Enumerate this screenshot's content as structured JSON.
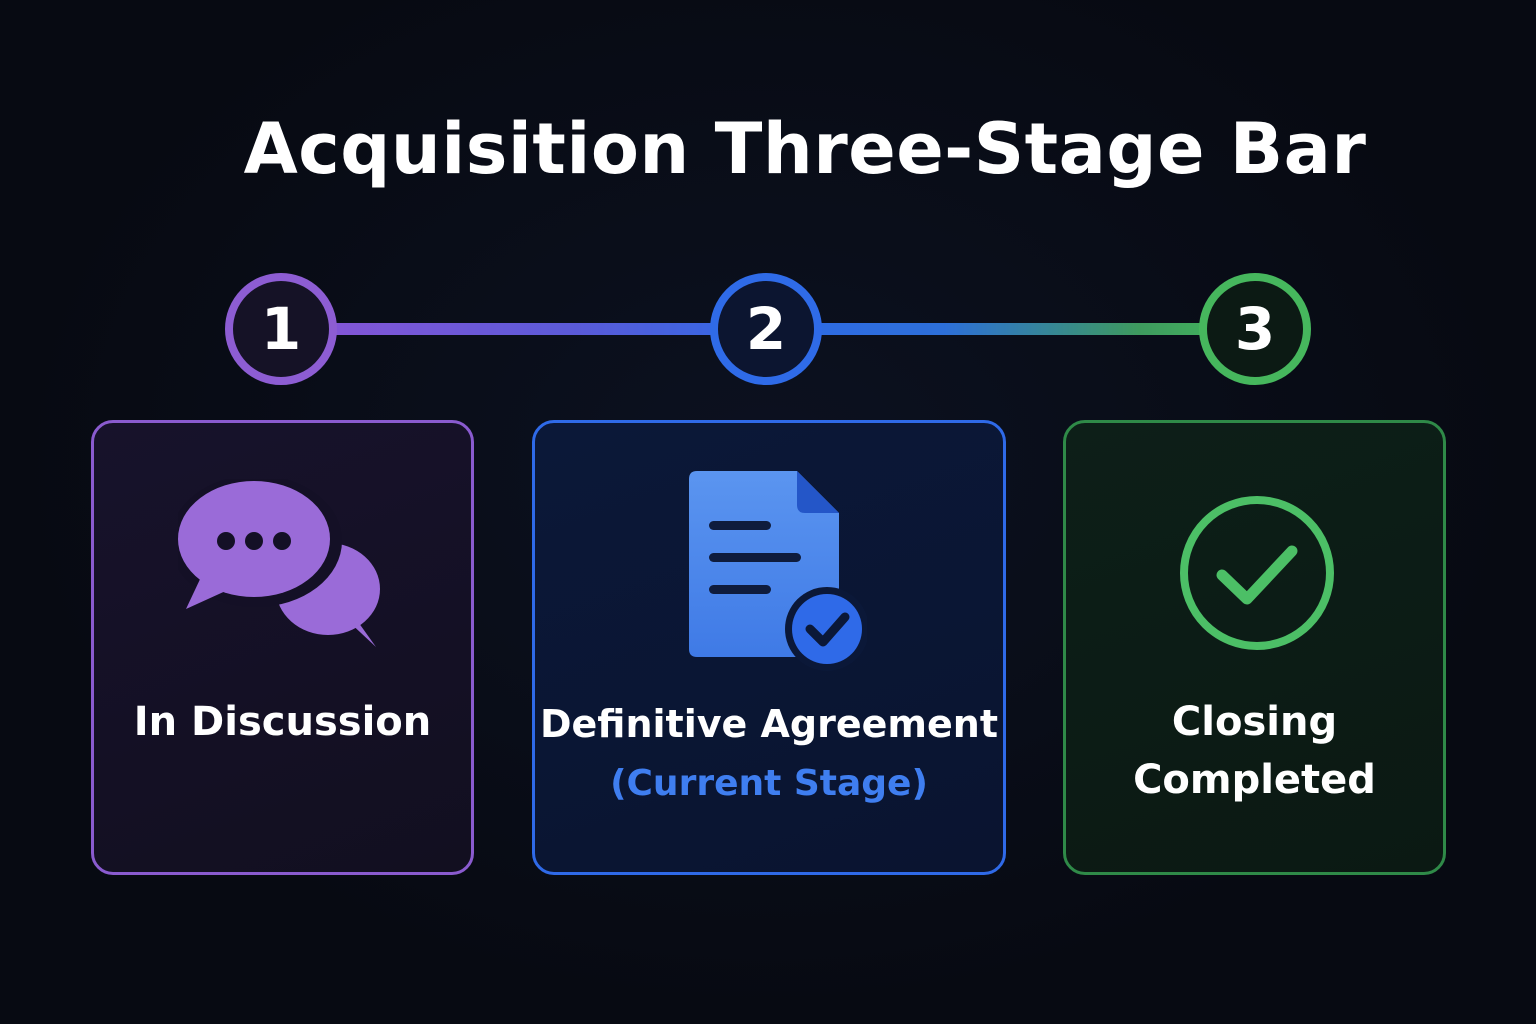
{
  "title": "Acquisition Three-Stage Bar",
  "colors": {
    "stage1": "#8d5dd3",
    "stage2": "#2f6be8",
    "stage3": "#46b75d",
    "background": "#070a12"
  },
  "stages": [
    {
      "number": "1",
      "icon": "chat-bubbles-icon",
      "label_line1": "In Discussion",
      "label_line2": ""
    },
    {
      "number": "2",
      "icon": "document-check-icon",
      "label_line1": "Definitive Agreement",
      "label_line2": "",
      "status": "(Current Stage)"
    },
    {
      "number": "3",
      "icon": "check-circle-icon",
      "label_line1": "Closing",
      "label_line2": "Completed"
    }
  ]
}
